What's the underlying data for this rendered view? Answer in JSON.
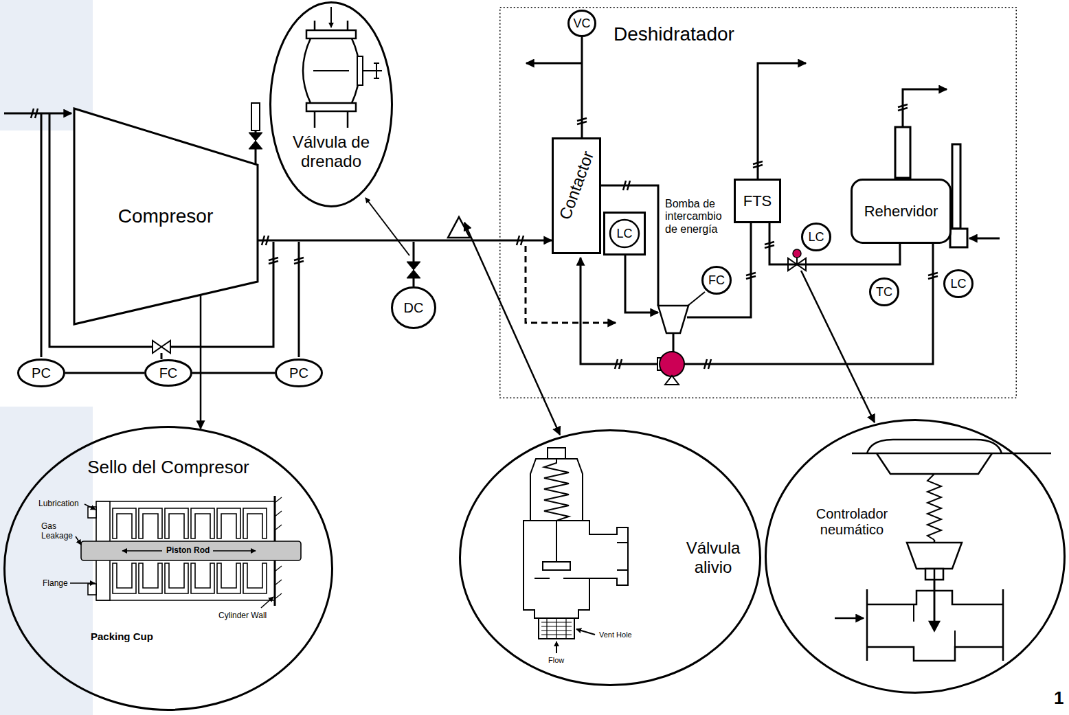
{
  "diagram": {
    "nodes": [
      {
        "text": [
          "Compresor"
        ]
      },
      {
        "text": [
          "Válvula de drenado"
        ]
      },
      {
        "text": [
          "Deshidratador"
        ]
      },
      {
        "text": [
          "VC"
        ],
        "in": 2
      },
      {
        "text": [
          "Contactor"
        ],
        "in": 2
      },
      {
        "text": [
          "LC"
        ],
        "in": 2
      },
      {
        "text": [
          "FC"
        ],
        "in": 2
      },
      {
        "text": [
          "FTS"
        ],
        "in": 2
      },
      {
        "text": [
          "LC"
        ],
        "in": 2
      },
      {
        "text": [
          "Rehervidor"
        ],
        "in": 2
      },
      {
        "text": [
          "TC"
        ],
        "in": 2
      },
      {
        "text": [
          "LC"
        ],
        "in": 2
      },
      {
        "text": [
          "DC"
        ]
      },
      {
        "text": [
          "PC"
        ]
      },
      {
        "text": [
          "FC"
        ]
      },
      {
        "text": [
          "PC"
        ]
      },
      {
        "text": [
          "Sello del Compresor"
        ]
      },
      {
        "text": [
          "Válvula alivio"
        ]
      },
      {
        "text": [
          "Controlador neumático"
        ]
      }
    ],
    "edges": [
      {
        "from": 0,
        "to": 16,
        "arrow": "to"
      },
      {
        "from": 0,
        "to": 4,
        "arrow": "to"
      },
      {
        "from": 13,
        "to": 14,
        "arrow": "none"
      },
      {
        "from": 14,
        "to": 15,
        "arrow": "none"
      },
      {
        "from": 4,
        "to": 3,
        "arrow": "none"
      },
      {
        "from": 7,
        "to": 9,
        "arrow": "none"
      }
    ],
    "labels": [
      "Bomba de intercambio de energía",
      "Lubrication",
      "Gas Leakage",
      "Piston Rod",
      "Flange",
      "Cylinder Wall",
      "Packing Cup",
      "Vent Hole",
      "Flow",
      "1"
    ]
  }
}
